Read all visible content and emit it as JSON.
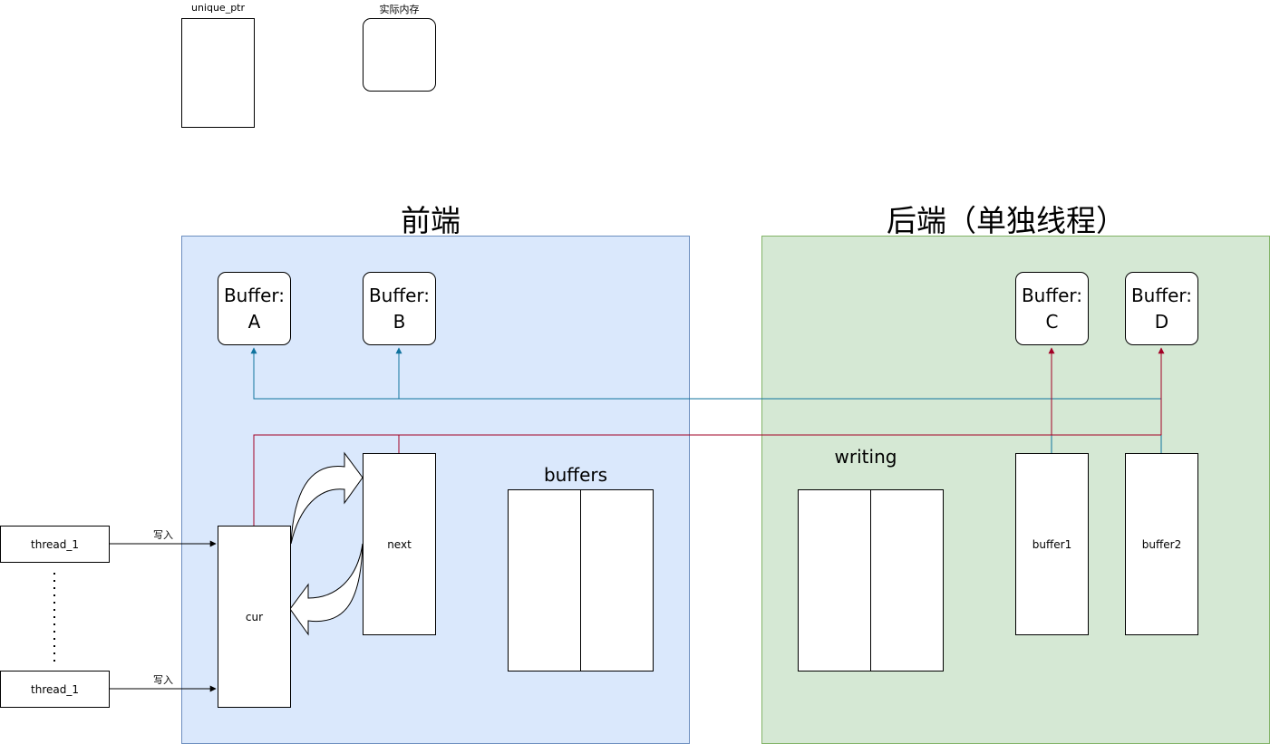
{
  "legend": {
    "unique_ptr_label": "unique_ptr",
    "memory_label": "实际内存"
  },
  "frontend": {
    "title": "前端",
    "buffer_a_prefix": "Buffer:",
    "buffer_a_name": "A",
    "buffer_b_prefix": "Buffer:",
    "buffer_b_name": "B",
    "cur_label": "cur",
    "next_label": "next",
    "buffers_label": "buffers"
  },
  "backend": {
    "title": "后端（单独线程）",
    "buffer_c_prefix": "Buffer:",
    "buffer_c_name": "C",
    "buffer_d_prefix": "Buffer:",
    "buffer_d_name": "D",
    "writing_label": "writing",
    "buffer1_label": "buffer1",
    "buffer2_label": "buffer2"
  },
  "threads": {
    "top_label": "thread_1",
    "bottom_label": "thread_1",
    "write_top": "写入",
    "write_bottom": "写入"
  },
  "colors": {
    "front_fill": "#dae8fc",
    "front_stroke": "#6c8ebf",
    "back_fill": "#d5e8d4",
    "back_stroke": "#82b366",
    "blue_link": "#10739e",
    "red_link": "#a20025"
  }
}
